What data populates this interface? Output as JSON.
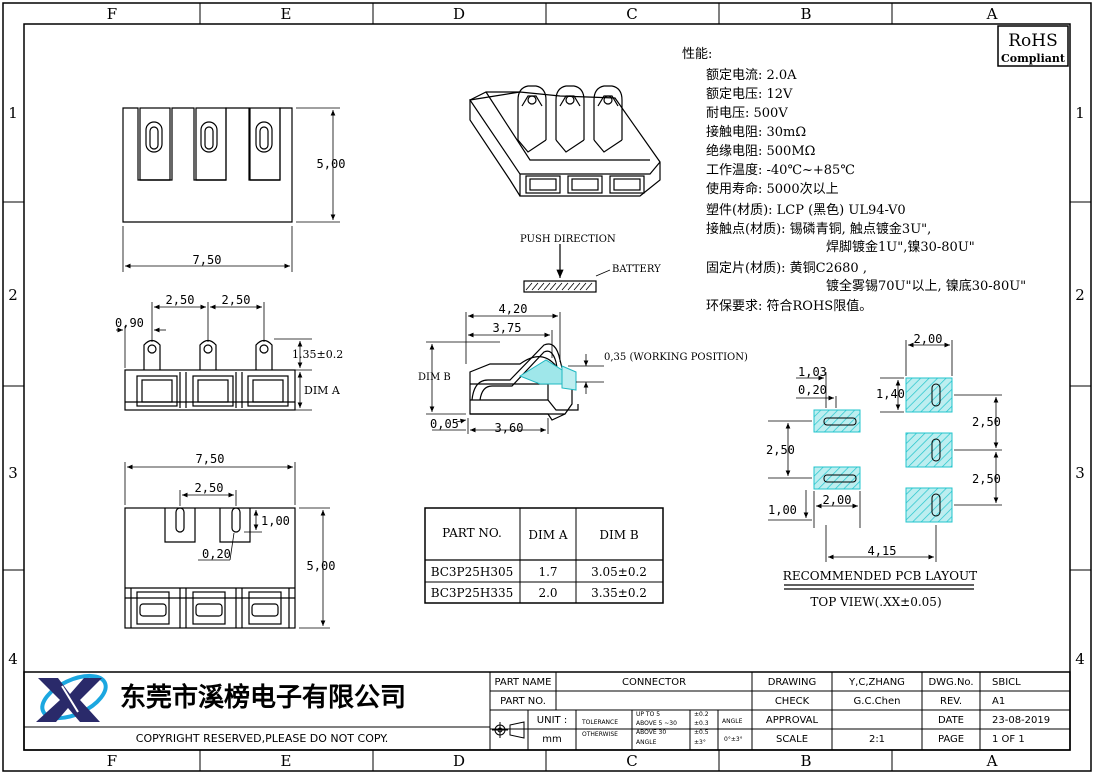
{
  "frame": {
    "col_letters": [
      "F",
      "E",
      "D",
      "C",
      "B",
      "A"
    ],
    "row_numbers": [
      "1",
      "2",
      "3",
      "4"
    ]
  },
  "rohs": {
    "title": "RoHS",
    "subtitle": "Compliant"
  },
  "performance": {
    "heading": "性能:",
    "lines": [
      "额定电流: 2.0A",
      "额定电压: 12V",
      "耐电压: 500V",
      "接触电阻: 30mΩ",
      "绝缘电阻: 500MΩ",
      "工作温度: -40℃~+85℃",
      "使用寿命: 5000次以上",
      "塑件(材质): LCP (黑色) UL94-V0",
      "接触点(材质): 锡磷青铜, 触点镀金3U\",",
      "焊脚镀金1U\",镍30-80U\"",
      "固定片(材质): 黄铜C2680 ,",
      "镀全雾锡70U\"以上, 镍底30-80U\"",
      "环保要求: 符合ROHS限值。"
    ]
  },
  "dims": {
    "top_height": "5,00",
    "top_width": "7,50",
    "front_pitch1": "2,50",
    "front_pitch2": "2,50",
    "front_offset": "0,90",
    "front_contact_h": "1.35±0.2",
    "front_dim_a": "DIM A",
    "bottom_width": "7,50",
    "bottom_pitch": "2,50",
    "bottom_slot": "1,00",
    "bottom_slot_w": "0,20",
    "bottom_height": "5,00",
    "side_overall": "4,20",
    "side_contact": "3,75",
    "side_dim_b": "DIM B",
    "side_working": "0,35 (WORKING POSITION)",
    "side_base_h": "0,05",
    "side_base_w": "3,60",
    "push_direction": "PUSH DIRECTION",
    "battery": "BATTERY"
  },
  "part_table": {
    "headers": [
      "PART NO.",
      "DIM A",
      "DIM B"
    ],
    "rows": [
      [
        "BC3P25H305",
        "1.7",
        "3.05±0.2"
      ],
      [
        "BC3P25H335",
        "2.0",
        "3.35±0.2"
      ]
    ]
  },
  "pcb_layout": {
    "d_top_w": "2,00",
    "d_left_1": "1,03",
    "d_left_2": "0,20",
    "d_pad_h": "1,40",
    "d_pitch_r1": "2,50",
    "d_pitch_r2": "2,50",
    "d_pitch_l": "2,50",
    "d_left_bottom": "1,00",
    "d_pad_w": "2,00",
    "d_total": "4,15",
    "caption": "RECOMMENDED PCB LAYOUT",
    "view": "TOP VIEW(.XX±0.05)"
  },
  "title_block": {
    "company": "东莞市溪榜电子有限公司",
    "copyright": "COPYRIGHT RESERVED,PLEASE DO NOT COPY.",
    "part_name_label": "PART NAME",
    "part_name": "CONNECTOR",
    "part_no_label": "PART NO.",
    "part_no": "",
    "unit_label": "UNIT :",
    "unit": "mm",
    "tolerance_label": "TOLERANCE",
    "otherwise_label": "OTHERWISE",
    "tol_ranges": [
      "UP TO 5",
      "ABOVE 5 ~30",
      "ABOVE 30"
    ],
    "tol_values": [
      "±0.2",
      "±0.3",
      "±0.5"
    ],
    "angle_label": "ANGLE",
    "angle_value": "±3°",
    "angle_header": "ANGLE",
    "angle_tol": "0°±3°",
    "drawing_label": "DRAWING",
    "drawing_by": "Y,C,ZHANG",
    "check_label": "CHECK",
    "check_by": "G.C.Chen",
    "approval_label": "APPROVAL",
    "approval_by": "",
    "scale_label": "SCALE",
    "scale": "2:1",
    "dwg_label": "DWG.No.",
    "dwg_no": "SBICL",
    "rev_label": "REV.",
    "rev": "A1",
    "date_label": "DATE",
    "date": "23-08-2019",
    "page_label": "PAGE",
    "page": "1 OF 1"
  }
}
